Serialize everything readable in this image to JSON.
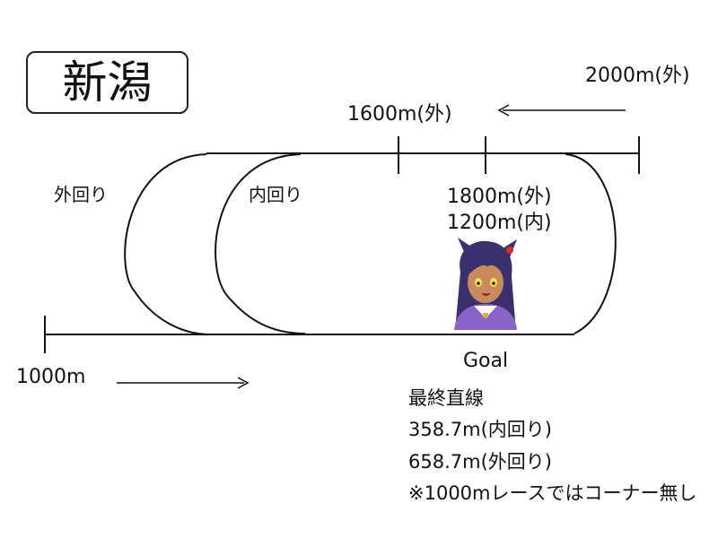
{
  "course": {
    "name": "新潟"
  },
  "labels": {
    "outer_loop": "外回り",
    "inner_loop": "内回り",
    "start_2000": "2000m(外)",
    "start_1600": "1600m(外)",
    "start_1800": "1800m(外)",
    "start_1200": "1200m(内)",
    "start_1000": "1000m",
    "goal": "Goal"
  },
  "final_straight": {
    "heading": "最終直線",
    "inner": "358.7m(内回り)",
    "outer": "658.7m(外回り)",
    "note": "※1000mレースではコーナー無し"
  },
  "colors": {
    "line": "#111111",
    "hair": "#3b2f6e",
    "outfit": "#8a63c9",
    "skin": "#c98a5e",
    "accent": "#d0312d"
  }
}
